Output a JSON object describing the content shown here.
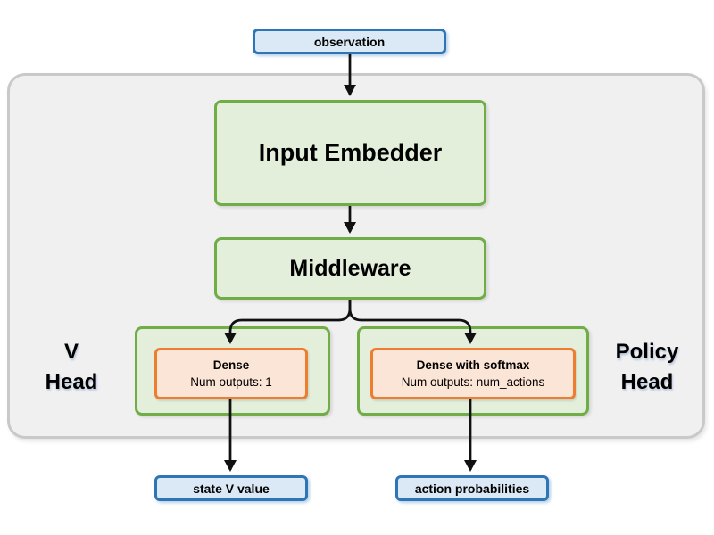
{
  "diagram": {
    "type": "flowchart",
    "background_color": "#ffffff",
    "container": {
      "role": "agent-network-backdrop",
      "fill": "#f0f0f0",
      "border_color": "#c9c9c9"
    },
    "palette": {
      "io_fill": "#dbe8f6",
      "io_border": "#2e75b6",
      "component_fill": "#e3efda",
      "component_border": "#70ad47",
      "layer_fill": "#fbe5d6",
      "layer_border": "#ed7d31",
      "arrow_color": "#101010",
      "text_color": "#000000"
    },
    "nodes": {
      "observation": {
        "label": "observation"
      },
      "input_embedder": {
        "label": "Input Embedder"
      },
      "middleware": {
        "label": "Middleware"
      },
      "v_head": {
        "label_line1": "V",
        "label_line2": "Head",
        "layer": {
          "title": "Dense",
          "subtitle": "Num outputs: 1"
        }
      },
      "policy_head": {
        "label_line1": "Policy",
        "label_line2": "Head",
        "layer": {
          "title": "Dense with softmax",
          "subtitle": "Num outputs: num_actions"
        }
      },
      "state_v_value": {
        "label": "state V value"
      },
      "action_probabilities": {
        "label": "action probabilities"
      }
    },
    "edges": [
      {
        "from": "observation",
        "to": "input_embedder"
      },
      {
        "from": "input_embedder",
        "to": "middleware"
      },
      {
        "from": "middleware",
        "to": "v_head.dense"
      },
      {
        "from": "middleware",
        "to": "policy_head.dense_with_softmax"
      },
      {
        "from": "v_head.dense",
        "to": "state_v_value"
      },
      {
        "from": "policy_head.dense_with_softmax",
        "to": "action_probabilities"
      }
    ]
  }
}
